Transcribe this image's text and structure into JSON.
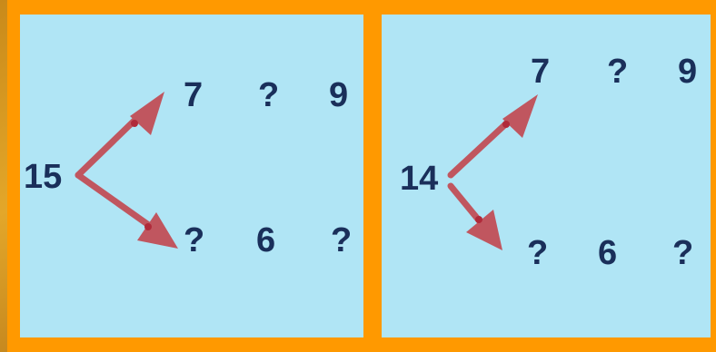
{
  "colors": {
    "background": "#d99a22",
    "frame": "#ff9900",
    "panel": "#b0e5f5",
    "text": "#1a2f5a",
    "arrow": "#c0565f"
  },
  "left_panel": {
    "start": "15",
    "top_row": [
      "7",
      "?",
      "9"
    ],
    "bottom_row": [
      "?",
      "6",
      "?"
    ]
  },
  "right_panel": {
    "start": "14",
    "top_row": [
      "7",
      "?",
      "9"
    ],
    "bottom_row": [
      "?",
      "6",
      "?"
    ]
  }
}
